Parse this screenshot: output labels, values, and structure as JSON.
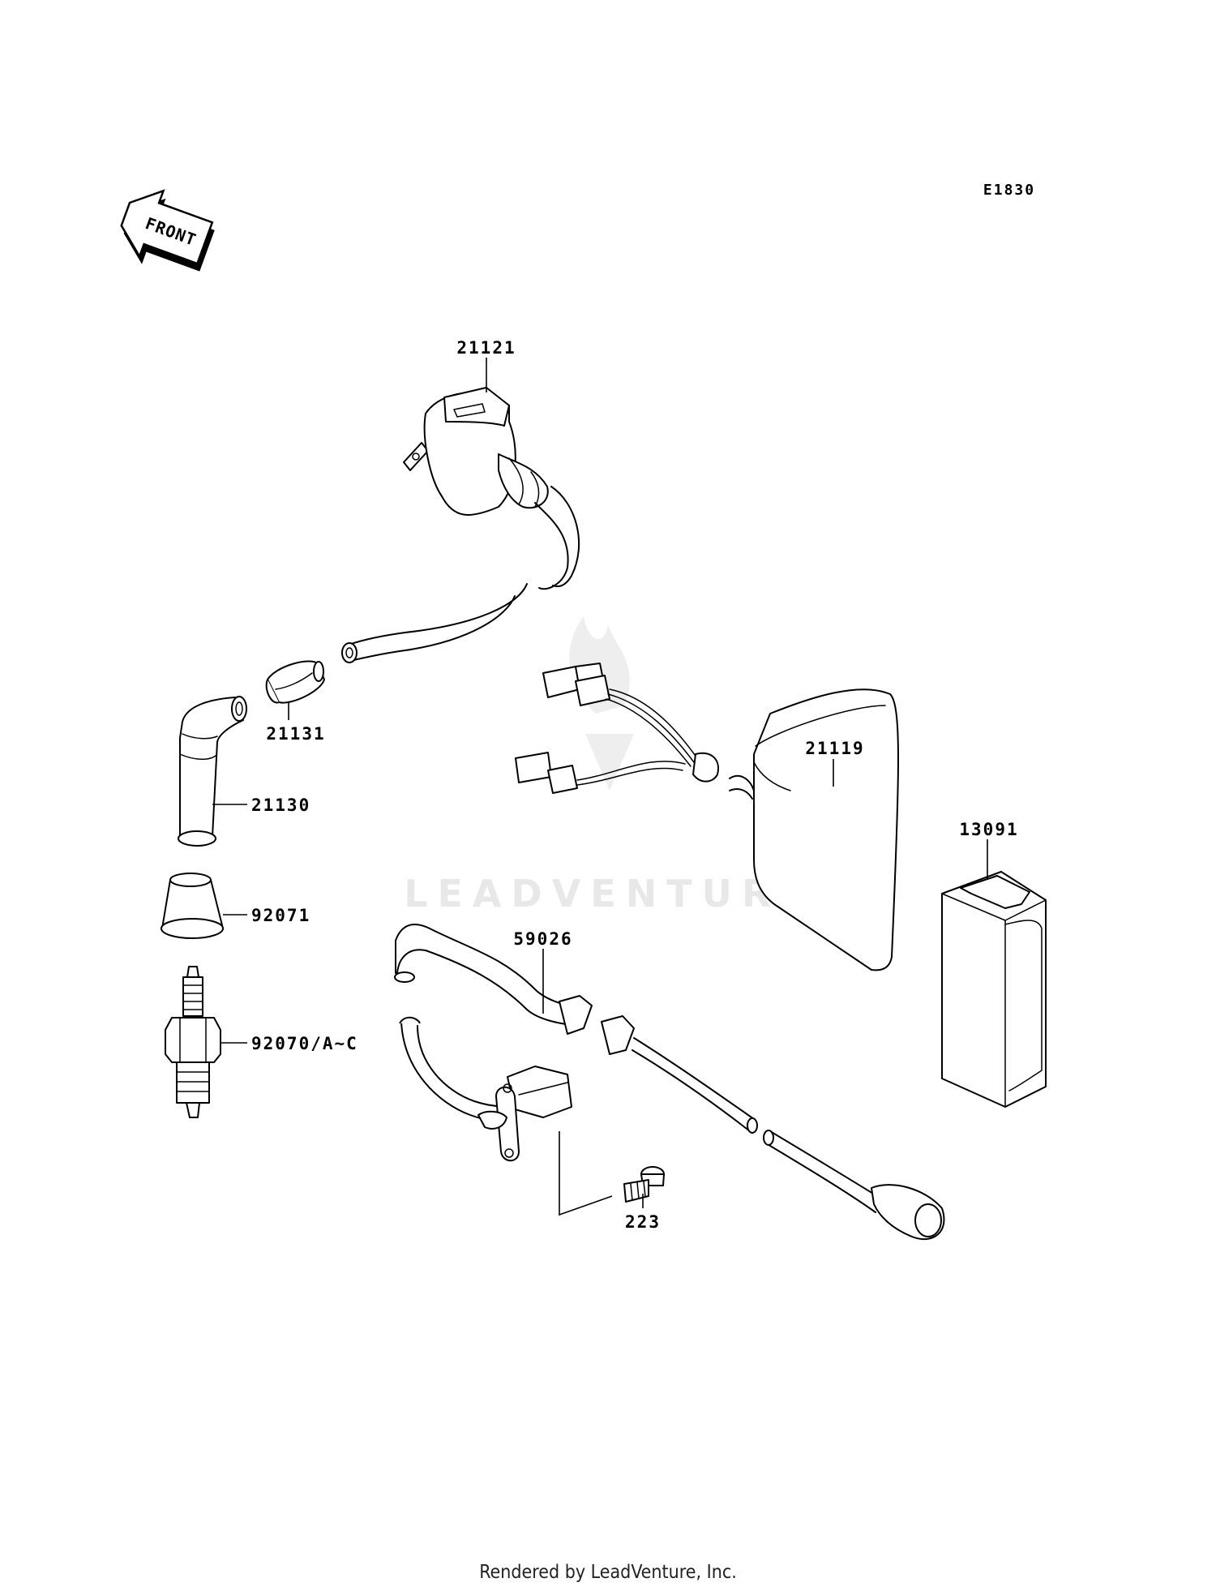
{
  "diagram_code": "E1830",
  "front_arrow_label": "FRONT",
  "watermark": "LEADVENTURE",
  "footer": "Rendered by LeadVenture, Inc.",
  "parts": [
    {
      "id": "p21121",
      "number": "21121"
    },
    {
      "id": "p21131",
      "number": "21131"
    },
    {
      "id": "p21130",
      "number": "21130"
    },
    {
      "id": "p92071",
      "number": "92071"
    },
    {
      "id": "p92070",
      "number": "92070/A~C"
    },
    {
      "id": "p21119",
      "number": "21119"
    },
    {
      "id": "p13091",
      "number": "13091"
    },
    {
      "id": "p59026",
      "number": "59026"
    },
    {
      "id": "p223",
      "number": "223"
    }
  ]
}
